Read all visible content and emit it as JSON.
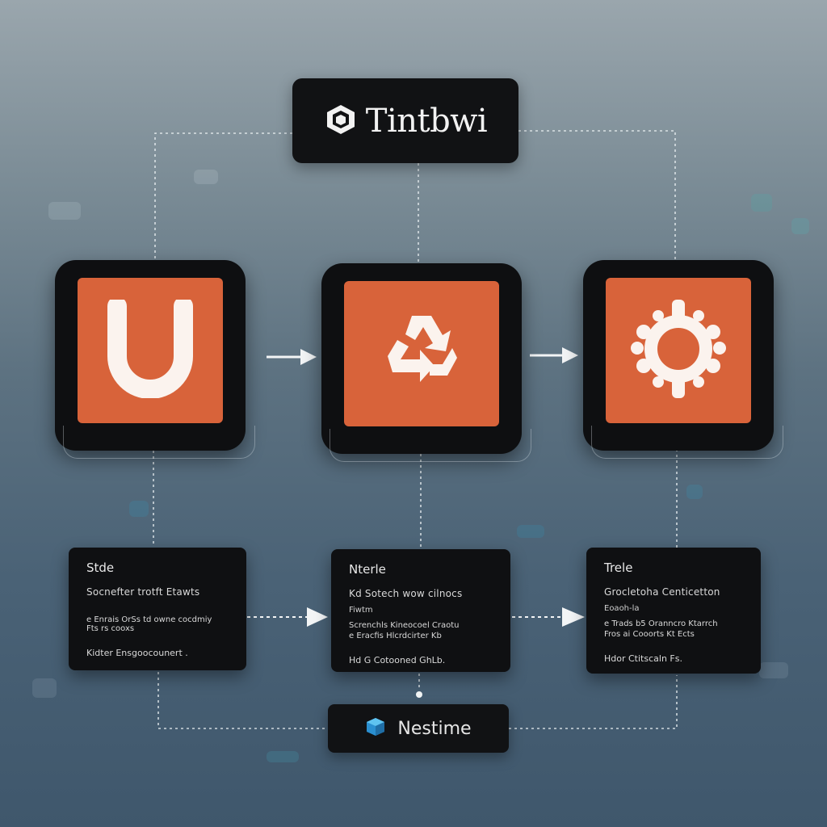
{
  "title": {
    "text": "Tintbwi",
    "icon": "cube-logo-icon"
  },
  "colors": {
    "accent": "#d8633a",
    "card": "#0f1012",
    "connector": "#e9eef1"
  },
  "icon_cards": [
    {
      "icon": "letter-u-icon",
      "glyph": "U"
    },
    {
      "icon": "recycle-icon"
    },
    {
      "icon": "gear-icon"
    }
  ],
  "text_cards": [
    {
      "title": "Stde",
      "line1": "Socnefter trotft Etawts",
      "line2a": "e  Enrais OrSs td owne cocdmiy",
      "line2b": "   Fts rs cooxs",
      "line3": "Kidter Ensgoocounert ."
    },
    {
      "title": "Nterle",
      "subtitle": "Kd  Sotech wow cilnocs",
      "extra": "Fiwtm",
      "line2a": "Screnchls  Kineocoel  Craotu",
      "line2b": "e  Eracfis Hlcrdcirter  Kb",
      "line3": "Hd G Cotooned GhLb."
    },
    {
      "title": "Trele",
      "line1": "Grocletoha  Centicetton",
      "extra": "Eoaoh-la",
      "line2a": "e  Trads b5 Oranncro Ktarrch",
      "line2b": "   Fros ai Cooorts  Kt Ects",
      "line3": "Hdor Ctitscaln  Fs."
    }
  ],
  "footer": {
    "text": "Nestime",
    "icon": "cube-icon"
  }
}
